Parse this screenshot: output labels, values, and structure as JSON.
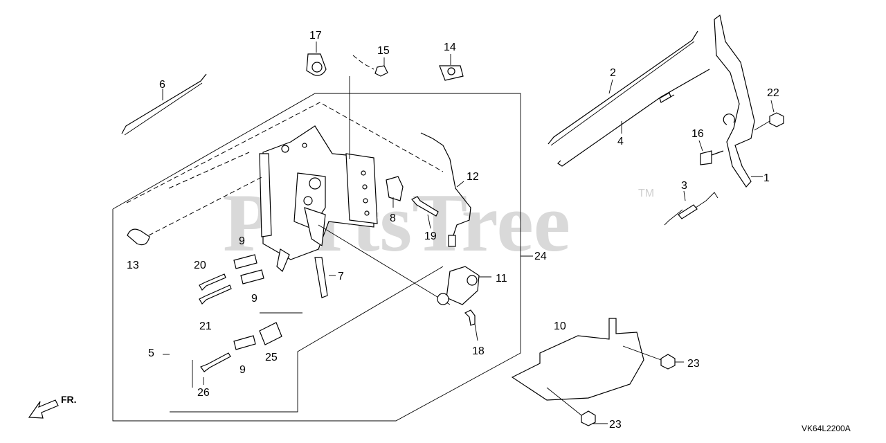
{
  "watermark": {
    "text": "PartsTree",
    "trademark": "TM"
  },
  "diagram_code": "VK64L2200A",
  "direction_label": "FR.",
  "callouts": [
    {
      "id": "c1",
      "text": "1"
    },
    {
      "id": "c2",
      "text": "2"
    },
    {
      "id": "c3",
      "text": "3"
    },
    {
      "id": "c4",
      "text": "4"
    },
    {
      "id": "c5",
      "text": "5"
    },
    {
      "id": "c6",
      "text": "6"
    },
    {
      "id": "c7",
      "text": "7"
    },
    {
      "id": "c8",
      "text": "8"
    },
    {
      "id": "c9a",
      "text": "9"
    },
    {
      "id": "c9b",
      "text": "9"
    },
    {
      "id": "c9c",
      "text": "9"
    },
    {
      "id": "c10",
      "text": "10"
    },
    {
      "id": "c11",
      "text": "11"
    },
    {
      "id": "c12",
      "text": "12"
    },
    {
      "id": "c13",
      "text": "13"
    },
    {
      "id": "c14",
      "text": "14"
    },
    {
      "id": "c15",
      "text": "15"
    },
    {
      "id": "c16",
      "text": "16"
    },
    {
      "id": "c17",
      "text": "17"
    },
    {
      "id": "c18",
      "text": "18"
    },
    {
      "id": "c19",
      "text": "19"
    },
    {
      "id": "c20",
      "text": "20"
    },
    {
      "id": "c21",
      "text": "21"
    },
    {
      "id": "c22",
      "text": "22"
    },
    {
      "id": "c23a",
      "text": "23"
    },
    {
      "id": "c23b",
      "text": "23"
    },
    {
      "id": "c24",
      "text": "24"
    },
    {
      "id": "c25",
      "text": "25"
    },
    {
      "id": "c26",
      "text": "26"
    }
  ]
}
